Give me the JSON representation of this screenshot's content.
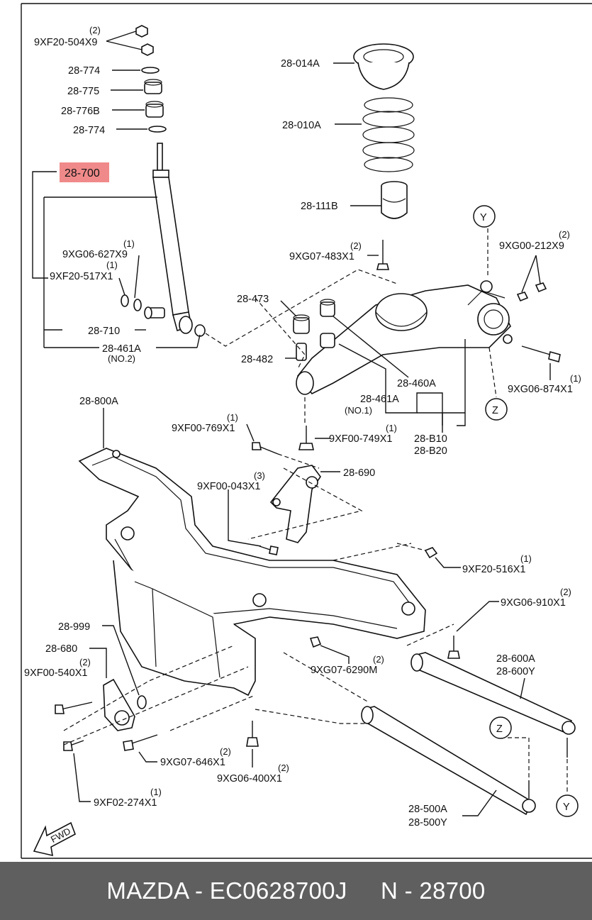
{
  "footer": {
    "text": "MAZDA - EC0628700J     N - 28700"
  },
  "highlight_color": "#f08a8a",
  "callouts": {
    "c_9xf20_504x9": {
      "code": "9XF20-504X9",
      "qty": "(2)"
    },
    "c_28_774a": {
      "code": "28-774"
    },
    "c_28_775": {
      "code": "28-775"
    },
    "c_28_776b": {
      "code": "28-776B"
    },
    "c_28_774b": {
      "code": "28-774"
    },
    "c_28_700": {
      "code": "28-700"
    },
    "c_9xg06_627x9": {
      "code": "9XG06-627X9",
      "qty": "(1)"
    },
    "c_9xf20_517x1": {
      "code": "9XF20-517X1",
      "qty": "(1)"
    },
    "c_28_710": {
      "code": "28-710"
    },
    "c_28_461a_no2": {
      "code": "28-461A",
      "note": "(NO.2)"
    },
    "c_28_014a": {
      "code": "28-014A"
    },
    "c_28_010a": {
      "code": "28-010A"
    },
    "c_28_111b": {
      "code": "28-111B"
    },
    "c_9xg07_483x1": {
      "code": "9XG07-483X1",
      "qty": "(2)"
    },
    "c_9xg00_212x9": {
      "code": "9XG00-212X9",
      "qty": "(2)"
    },
    "c_28_473": {
      "code": "28-473"
    },
    "c_28_482": {
      "code": "28-482"
    },
    "c_28_460a": {
      "code": "28-460A"
    },
    "c_28_461a_no1": {
      "code": "28-461A",
      "note": "(NO.1)"
    },
    "c_9xg06_874x1": {
      "code": "9XG06-874X1",
      "qty": "(1)"
    },
    "c_28_800a": {
      "code": "28-800A"
    },
    "c_9xf00_769x1": {
      "code": "9XF00-769X1",
      "qty": "(1)"
    },
    "c_9xf00_749x1": {
      "code": "9XF00-749X1",
      "qty": "(1)"
    },
    "c_28_b10": {
      "code": "28-B10",
      "code2": "28-B20"
    },
    "c_28_690": {
      "code": "28-690"
    },
    "c_9xf00_043x1": {
      "code": "9XF00-043X1",
      "qty": "(3)"
    },
    "c_9xf20_516x1": {
      "code": "9XF20-516X1",
      "qty": "(1)"
    },
    "c_9xg06_910x1": {
      "code": "9XG06-910X1",
      "qty": "(2)"
    },
    "c_28_999": {
      "code": "28-999"
    },
    "c_28_680": {
      "code": "28-680"
    },
    "c_9xf00_540x1": {
      "code": "9XF00-540X1",
      "qty": "(2)"
    },
    "c_9xg07_6290m": {
      "code": "9XG07-6290M",
      "qty": "(2)"
    },
    "c_28_600a": {
      "code": "28-600A",
      "code2": "28-600Y"
    },
    "c_9xg07_646x1": {
      "code": "9XG07-646X1",
      "qty": "(2)"
    },
    "c_9xg06_400x1": {
      "code": "9XG06-400X1",
      "qty": "(2)"
    },
    "c_9xf02_274x1": {
      "code": "9XF02-274X1",
      "qty": "(1)"
    },
    "c_28_500a": {
      "code": "28-500A",
      "code2": "28-500Y"
    }
  },
  "markers": {
    "y_top": "Y",
    "z_mid": "Z",
    "z_low": "Z",
    "y_low": "Y"
  },
  "fwd": "FWD"
}
